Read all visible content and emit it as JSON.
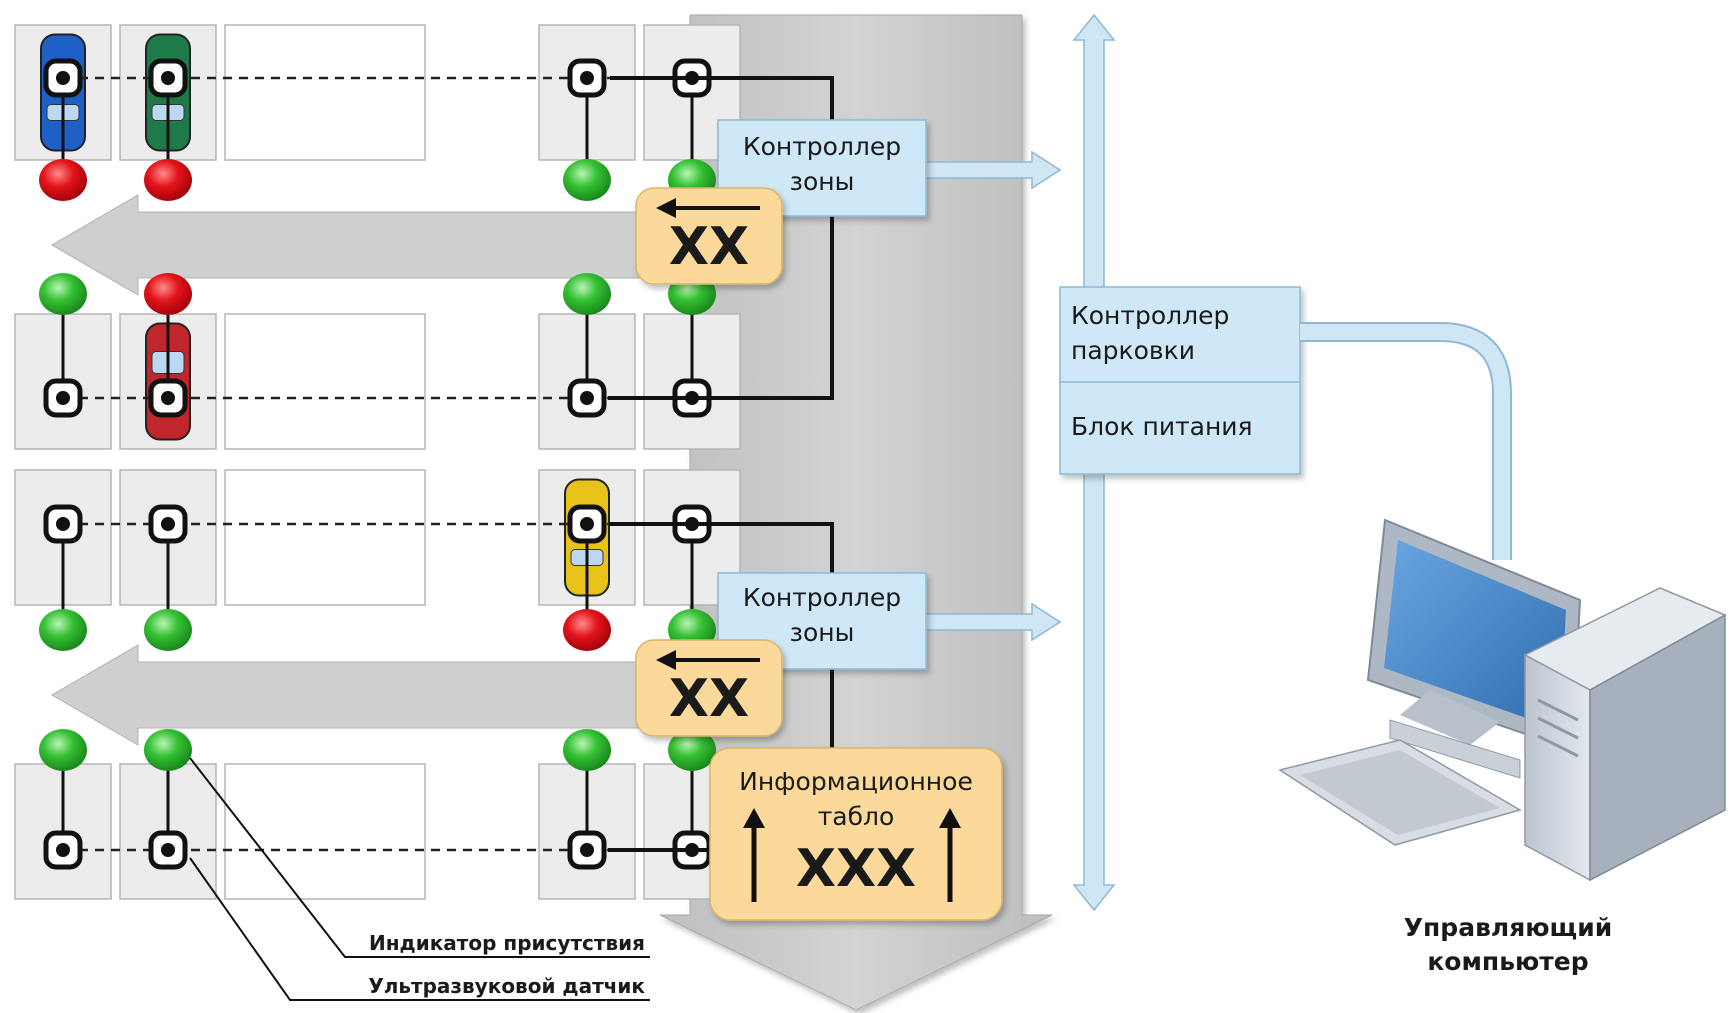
{
  "labels": {
    "zone_controller_1": [
      "Контроллер",
      "зоны"
    ],
    "zone_controller_2": [
      "Контроллер",
      "зоны"
    ],
    "parking_controller": [
      "Контроллер",
      "парковки"
    ],
    "power_supply": "Блок питания",
    "info_board": [
      "Информационное",
      "табло"
    ],
    "info_board_value": "XXX",
    "zone_display_1": "XX",
    "zone_display_2": "XX",
    "legend_indicator": "Индикатор присутствия",
    "legend_sensor": "Ультразвуковой датчик",
    "computer": [
      "Управляющий",
      "компьютер"
    ]
  },
  "parking_rows": [
    {
      "indicators": [
        "red",
        "red",
        "green",
        "green"
      ],
      "cars": [
        {
          "slot": 0,
          "color": "#1e5fc8"
        },
        {
          "slot": 1,
          "color": "#1f7a4a"
        }
      ]
    },
    {
      "indicators": [
        "green",
        "red",
        "green",
        "green"
      ],
      "cars": [
        {
          "slot": 1,
          "color": "#c0262c"
        }
      ]
    },
    {
      "indicators": [
        "green",
        "green",
        "red",
        "green"
      ],
      "cars": [
        {
          "slot": 2,
          "color": "#e8c21a"
        }
      ]
    },
    {
      "indicators": [
        "green",
        "green",
        "green",
        "green"
      ],
      "cars": []
    }
  ],
  "colors": {
    "indicator_red": "#e3141b",
    "indicator_green": "#34c032",
    "controller_box": "#cfe8f8",
    "display_box": "#fbd99a",
    "bus": "#cfe6f5",
    "lane": "#c9c9c9",
    "slot": "#ececec"
  }
}
